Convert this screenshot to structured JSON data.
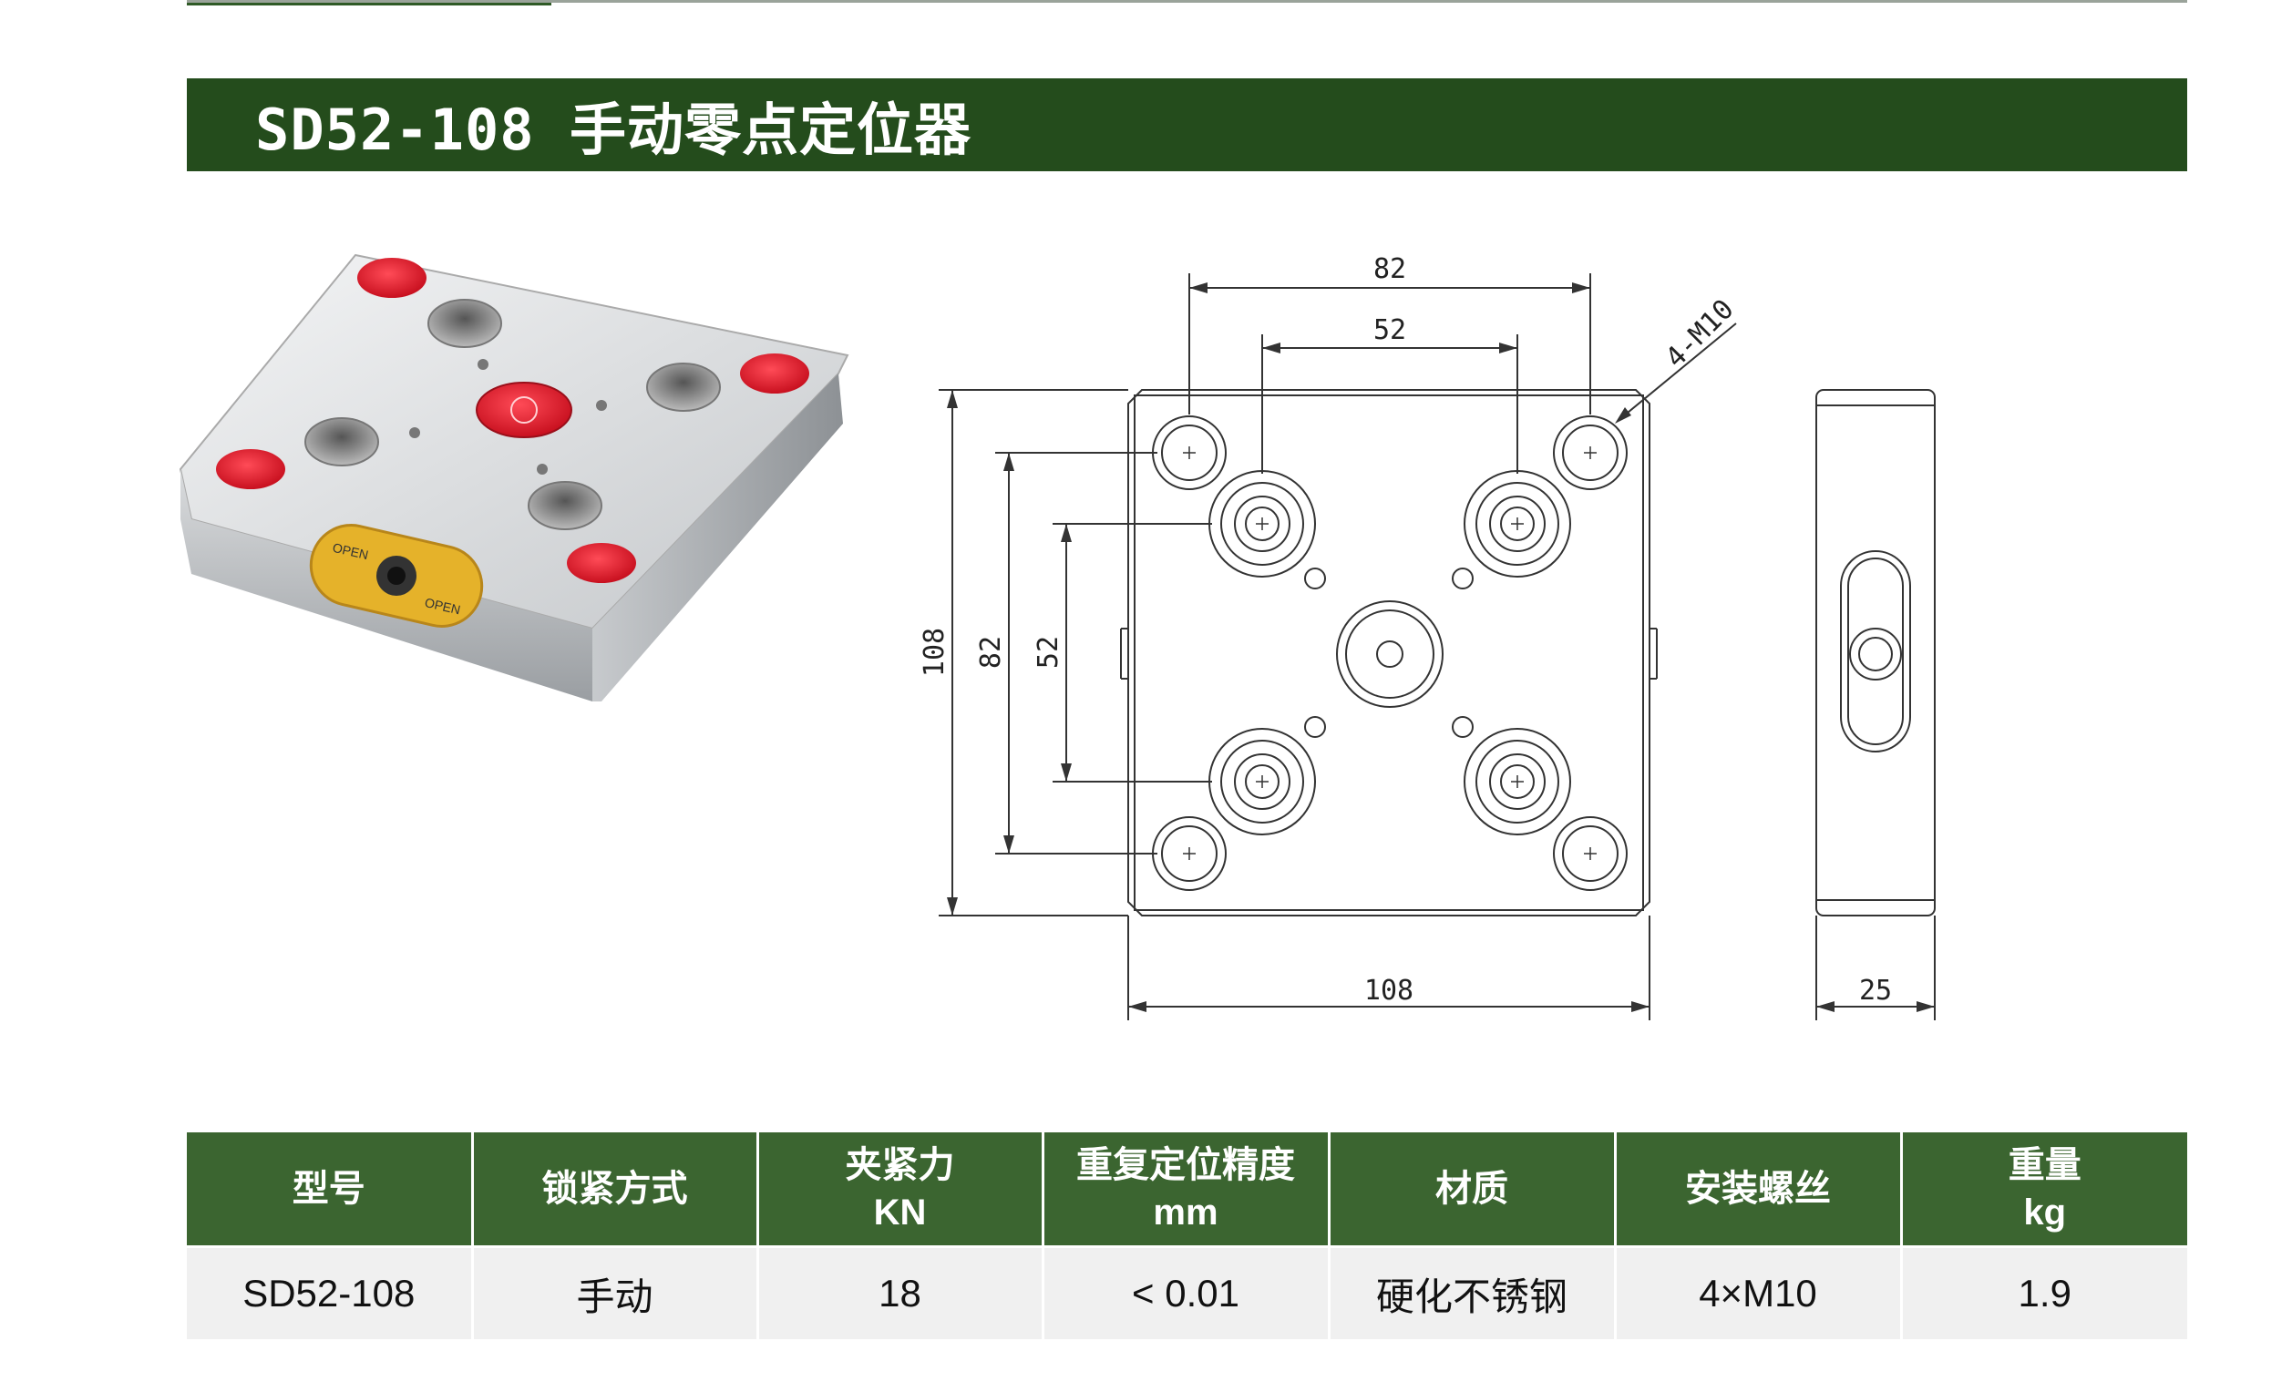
{
  "title": "SD52-108 手动零点定位器",
  "drawing": {
    "dim_top_outer": "82",
    "dim_top_inner": "52",
    "thread_callout": "4-M10",
    "dim_left_total": "108",
    "dim_left_mid": "82",
    "dim_left_inner": "52",
    "dim_bottom": "108",
    "dim_side_width": "25"
  },
  "product_badge": "OPEN",
  "table": {
    "headers": [
      [
        "型号"
      ],
      [
        "锁紧方式"
      ],
      [
        "夹紧力",
        "KN"
      ],
      [
        "重复定位精度",
        "mm"
      ],
      [
        "材质"
      ],
      [
        "安装螺丝"
      ],
      [
        "重量",
        "kg"
      ]
    ],
    "rows": [
      [
        "SD52-108",
        "手动",
        "18",
        "< 0.01",
        "硬化不锈钢",
        "4×M10",
        "1.9"
      ]
    ]
  },
  "colors": {
    "title_bar": "#244c1c",
    "table_header": "#3b6530",
    "red_cap": "#e01e32",
    "gold_plate": "#e5b22a"
  }
}
